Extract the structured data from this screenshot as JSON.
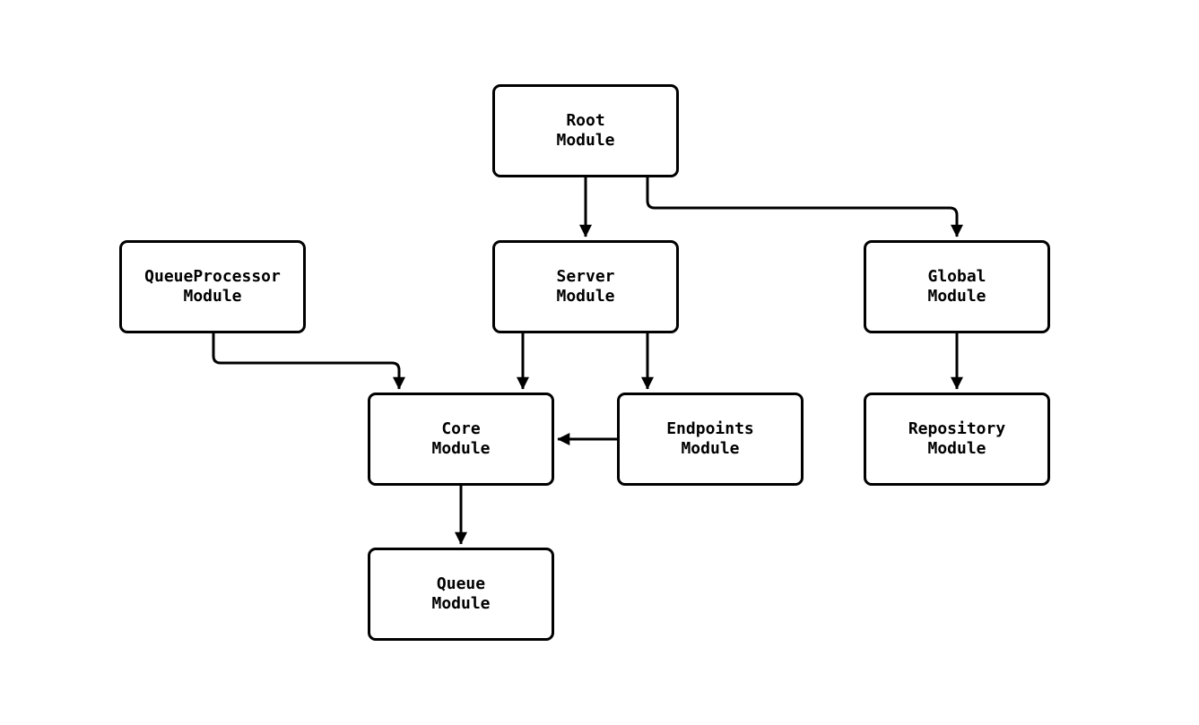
{
  "diagram": {
    "type": "flowchart",
    "direction": "top-down",
    "background_color": "#ffffff",
    "node_fill_color": "#ffffff",
    "node_border_color": "#000000",
    "text_color": "#000000",
    "arrow_color": "#000000",
    "nodes": [
      {
        "id": "root",
        "label": "Root\nModule"
      },
      {
        "id": "queueprocessor",
        "label": "QueueProcessor\nModule"
      },
      {
        "id": "server",
        "label": "Server\nModule"
      },
      {
        "id": "global",
        "label": "Global\nModule"
      },
      {
        "id": "core",
        "label": "Core\nModule"
      },
      {
        "id": "endpoints",
        "label": "Endpoints\nModule"
      },
      {
        "id": "repository",
        "label": "Repository\nModule"
      },
      {
        "id": "queue",
        "label": "Queue\nModule"
      }
    ],
    "edges": [
      {
        "from": "root",
        "to": "server"
      },
      {
        "from": "root",
        "to": "global"
      },
      {
        "from": "queueprocessor",
        "to": "core"
      },
      {
        "from": "server",
        "to": "core"
      },
      {
        "from": "server",
        "to": "endpoints"
      },
      {
        "from": "global",
        "to": "repository"
      },
      {
        "from": "endpoints",
        "to": "core"
      },
      {
        "from": "core",
        "to": "queue"
      }
    ]
  }
}
